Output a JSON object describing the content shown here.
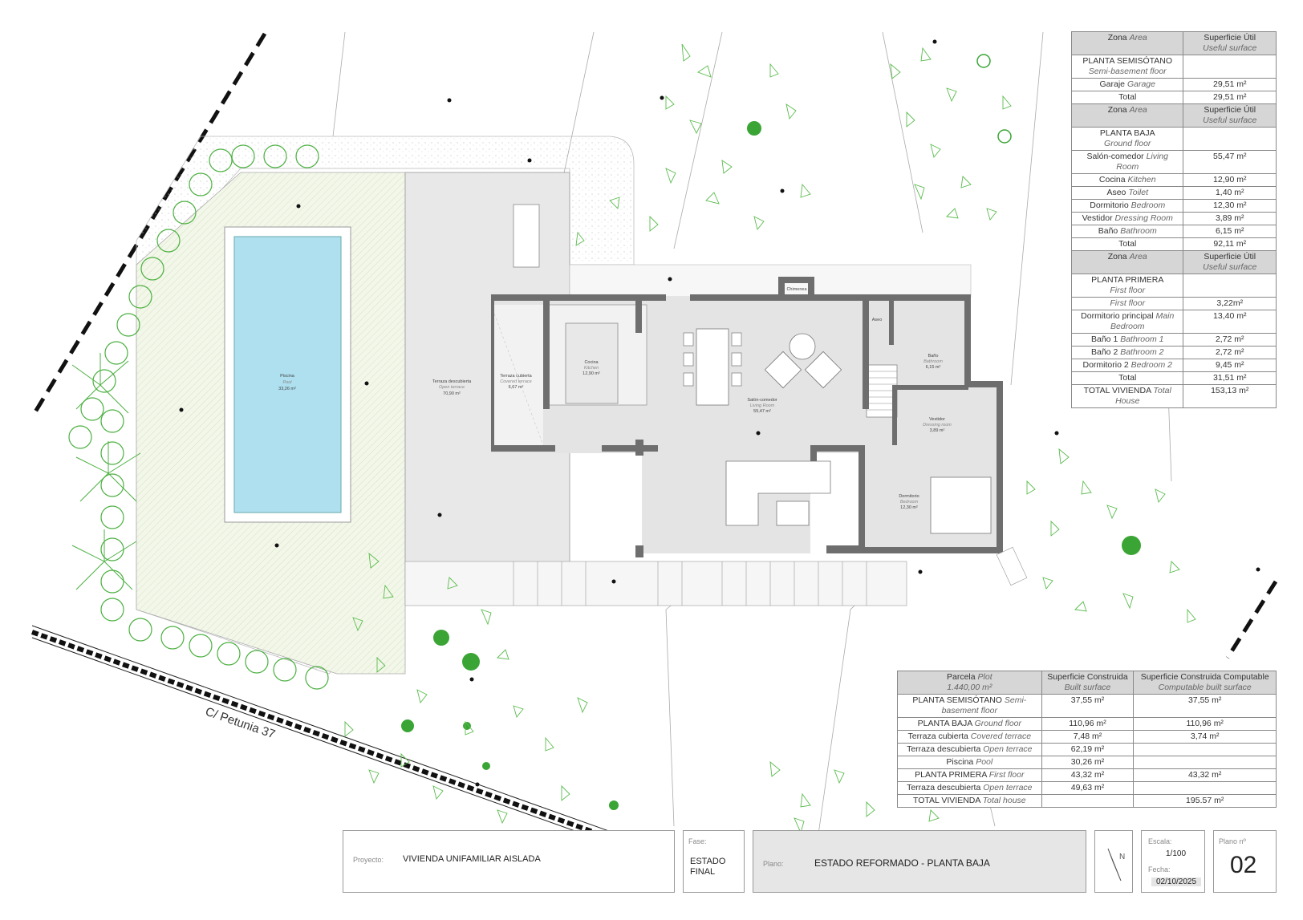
{
  "street_label": "C/ Petunia 37",
  "rooms": {
    "piscina": {
      "name": "Piscina",
      "en": "Pool",
      "area": "33,26 m²"
    },
    "terraza_descubierta": {
      "name": "Terraza descubierta",
      "en": "Open terrace",
      "area": "70,90 m²"
    },
    "terraza_cubierta": {
      "name": "Terraza cubierta",
      "en": "Covered terrace",
      "area": "6,67 m²"
    },
    "cocina": {
      "name": "Cocina",
      "en": "Kitchen",
      "area": "12,90 m²"
    },
    "salon": {
      "name": "Salón-comedor",
      "en": "Living Room",
      "area": "55,47 m²"
    },
    "chimenea": "Chimenea",
    "aseo": "Aseo",
    "bano": {
      "name": "Baño",
      "en": "Bathroom",
      "area": "6,15 m²"
    },
    "vestidor": {
      "name": "Vestidor",
      "en": "Dressing room",
      "area": "3,89 m²"
    },
    "dormitorio": {
      "name": "Dormitorio",
      "en": "Bedroom",
      "area": "12,30 m²"
    }
  },
  "useful_table": {
    "col_zona": "Zona",
    "col_zona_en": "Area",
    "col_sup": "Superficie Útil",
    "col_sup_en": "Useful surface",
    "sections": [
      {
        "title": "PLANTA SEMISÓTANO",
        "title_en": "Semi-basement floor",
        "rows": [
          {
            "name": "Garaje",
            "en": "Garage",
            "value": "29,51 m²"
          },
          {
            "name": "Total",
            "en": "",
            "value": "29,51 m²"
          }
        ]
      },
      {
        "title": "PLANTA BAJA",
        "title_en": "Ground floor",
        "rows": [
          {
            "name": "Salón-comedor",
            "en": "Living Room",
            "value": "55,47 m²"
          },
          {
            "name": "Cocina",
            "en": "Kitchen",
            "value": "12,90 m²"
          },
          {
            "name": "Aseo",
            "en": "Toilet",
            "value": "1,40 m²"
          },
          {
            "name": "Dormitorio",
            "en": "Bedroom",
            "value": "12,30 m²"
          },
          {
            "name": "Vestidor",
            "en": "Dressing Room",
            "value": "3,89 m²"
          },
          {
            "name": "Baño",
            "en": "Bathroom",
            "value": "6,15 m²"
          },
          {
            "name": "Total",
            "en": "",
            "value": "92,11 m²"
          }
        ]
      },
      {
        "title": "PLANTA PRIMERA",
        "title_en": "First floor",
        "rows": [
          {
            "name": "",
            "en": "First floor",
            "value": "3,22m²"
          },
          {
            "name": "Dormitorio principal",
            "en": "Main Bedroom",
            "value": "13,40 m²"
          },
          {
            "name": "Baño 1",
            "en": "Bathroom 1",
            "value": "2,72 m²"
          },
          {
            "name": "Baño 2",
            "en": "Bathroom 2",
            "value": "2,72 m²"
          },
          {
            "name": "Dormitorio 2",
            "en": "Bedroom 2",
            "value": "9,45 m²"
          },
          {
            "name": "Total",
            "en": "",
            "value": "31,51 m²"
          },
          {
            "name": "TOTAL VIVIENDA",
            "en": "Total House",
            "value": "153,13 m²"
          }
        ]
      }
    ]
  },
  "built_table": {
    "col1": "Parcela",
    "col1_en": "Plot",
    "col1_val": "1.440,00 m²",
    "col2": "Superficie Construida",
    "col2_en": "Built surface",
    "col3": "Superficie Construida Computable",
    "col3_en": "Computable built surface",
    "rows": [
      {
        "name": "PLANTA SEMISÓTANO",
        "en": "Semi-basement floor",
        "built": "37,55 m²",
        "comp": "37,55 m²"
      },
      {
        "name": "PLANTA BAJA",
        "en": "Ground floor",
        "built": "110,96 m²",
        "comp": "110,96 m²"
      },
      {
        "name": "Terraza cubierta",
        "en": "Covered terrace",
        "built": "7,48 m²",
        "comp": "3,74 m²"
      },
      {
        "name": "Terraza descubierta",
        "en": "Open terrace",
        "built": "62,19 m²",
        "comp": ""
      },
      {
        "name": "Piscina",
        "en": "Pool",
        "built": "30,26 m²",
        "comp": ""
      },
      {
        "name": "PLANTA PRIMERA",
        "en": "First floor",
        "built": "43,32 m²",
        "comp": "43,32 m²"
      },
      {
        "name": "Terraza descubierta",
        "en": "Open terrace",
        "built": "49,63 m²",
        "comp": ""
      },
      {
        "name": "TOTAL VIVIENDA",
        "en": "Total house",
        "built": "",
        "comp": "195.57 m²"
      }
    ]
  },
  "title_block": {
    "proyecto_label": "Proyecto:",
    "proyecto": "VIVIENDA UNIFAMILIAR AISLADA",
    "fase_label": "Fase:",
    "fase_1": "ESTADO",
    "fase_2": "FINAL",
    "plano_label": "Plano:",
    "plano": "ESTADO REFORMADO - PLANTA BAJA",
    "north": "N",
    "escala_label": "Escala:",
    "escala": "1/100",
    "fecha_label": "Fecha:",
    "fecha": "02/10/2025",
    "plano_n_label": "Plano nº",
    "plano_n": "02"
  },
  "colors": {
    "pool": "#aee0f0",
    "wall": "#6e6e6e",
    "floor": "#e4e4e4",
    "lawn": "#eef3e2",
    "tree": "#3aa535",
    "fence": "#1a1a1a"
  }
}
